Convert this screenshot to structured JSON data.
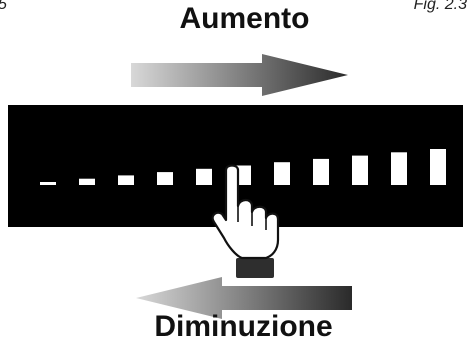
{
  "figure": {
    "fig_left": "5",
    "fig_right": "Fig. 2.3"
  },
  "labels": {
    "increase": "Aumento",
    "decrease": "Diminuzione"
  },
  "slider": {
    "segment_count": 11,
    "colors": {
      "panel": "#000000",
      "segment": "#ffffff",
      "arrow_dark": "#2a2a2a",
      "arrow_light": "#d8d8d8"
    }
  },
  "icons": {
    "finger": "pointing-hand-icon",
    "increase_arrow": "arrow-right-icon",
    "decrease_arrow": "arrow-left-icon"
  }
}
